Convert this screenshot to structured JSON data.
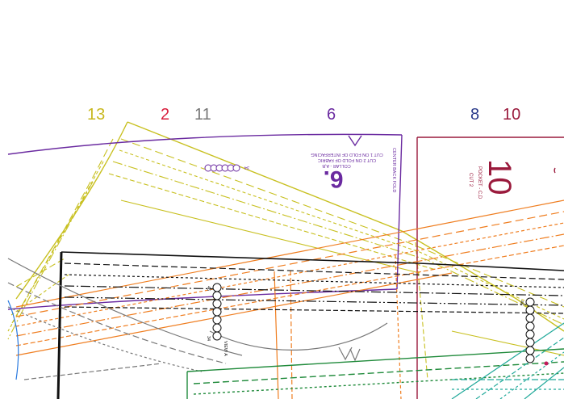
{
  "page_numbers": [
    {
      "label": "13",
      "color": "#c8b81e"
    },
    {
      "label": "2",
      "color": "#d81e3c"
    },
    {
      "label": "11",
      "color": "#777777"
    },
    {
      "label": "6",
      "color": "#6a2aa0"
    },
    {
      "label": "8",
      "color": "#2a3a8a"
    },
    {
      "label": "10",
      "color": "#9a1a3c"
    }
  ],
  "piece_6": {
    "number": "6.",
    "fold_label": "CENTER BACK FOLD",
    "line1": "CUT 2 ON FOLD OF FABRIC",
    "line2": "CUT 1 ON FOLD OF INTERFACING",
    "name": "COLLAR - A,B",
    "size_marker": "34",
    "color": "#6a2aa0"
  },
  "piece_10": {
    "number": "10",
    "name": "POCKET - C,D",
    "cut": "CUT 2",
    "color": "#9a1a3c"
  },
  "markers": {
    "left_size_top": "46",
    "left_size_bottom": "34",
    "view_label": "VIEW A",
    "right_size": "46"
  },
  "colors": {
    "yellow": "#c8c020",
    "orange": "#ef7d1f",
    "purple": "#6a2aa0",
    "crimson": "#9a1a3c",
    "black": "#111111",
    "gray": "#777777",
    "green": "#1f8a3a",
    "teal": "#21a99a",
    "blue": "#2a7adf"
  }
}
